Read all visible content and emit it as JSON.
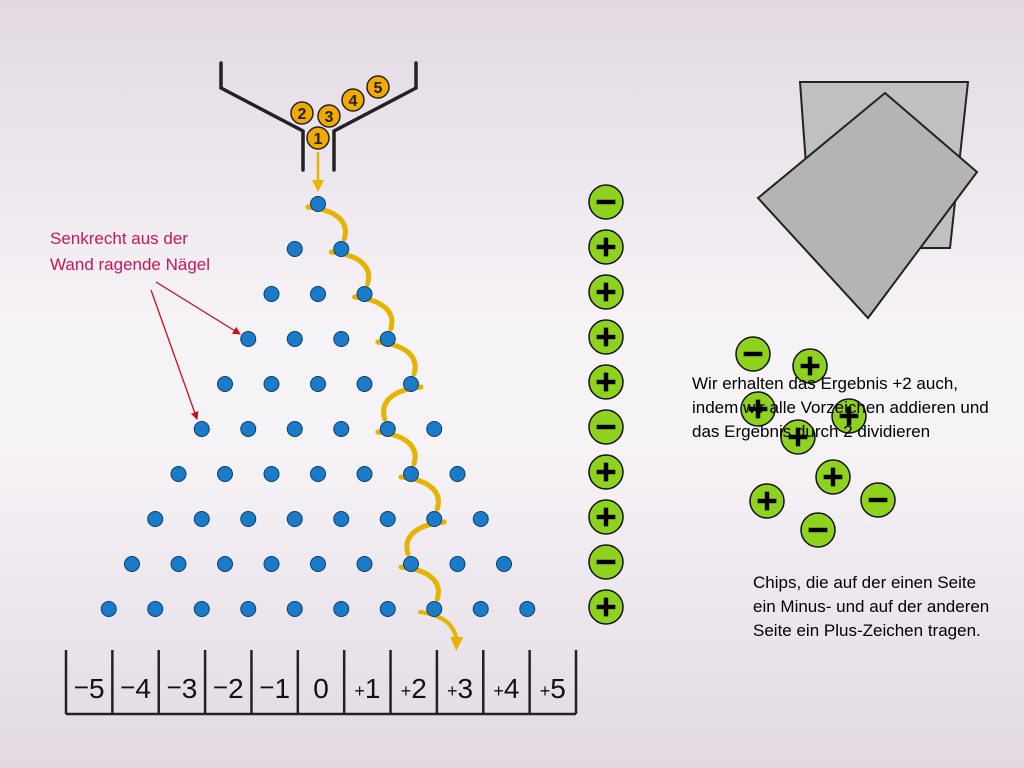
{
  "annotations": {
    "nail_label": "Senkrecht aus der\nWand ragende Nägel",
    "result_note": "Wir erhalten das Ergebnis +2 auch, indem wir alle Vorzeichen addieren und das Ergebnis durch 2 dividieren",
    "chip_note": "Chips, die auf der einen Seite ein Minus- und auf der anderen Seite ein Plus-Zeichen tragen."
  },
  "hopper_balls": [
    "1",
    "2",
    "3",
    "4",
    "5"
  ],
  "nail_rows": 10,
  "path_directions": [
    "+",
    "+",
    "+",
    "+",
    "-",
    "+",
    "+",
    "-",
    "+"
  ],
  "chip_column": [
    "-",
    "+",
    "+",
    "+",
    "+",
    "-",
    "+",
    "+",
    "-",
    "+"
  ],
  "scattered_chips": [
    "-",
    "+",
    "+",
    "+",
    "+",
    "-",
    "+",
    "+",
    "-"
  ],
  "scale": [
    {
      "sign": "-",
      "num": "5"
    },
    {
      "sign": "-",
      "num": "4"
    },
    {
      "sign": "-",
      "num": "3"
    },
    {
      "sign": "-",
      "num": "2"
    },
    {
      "sign": "-",
      "num": "1"
    },
    {
      "sign": "",
      "num": "0"
    },
    {
      "sign": "+",
      "num": "1"
    },
    {
      "sign": "+",
      "num": "2"
    },
    {
      "sign": "+",
      "num": "3"
    },
    {
      "sign": "+",
      "num": "4"
    },
    {
      "sign": "+",
      "num": "5"
    }
  ],
  "colors": {
    "nail": "#1a7bc8",
    "nail_stroke": "#0d3e6e",
    "path": "#e6b400",
    "ball": "#f2a900",
    "chip": "#8fd11f",
    "label_red": "#c8155e",
    "arrow_red": "#c0121a",
    "card": "#c0c0c0"
  }
}
